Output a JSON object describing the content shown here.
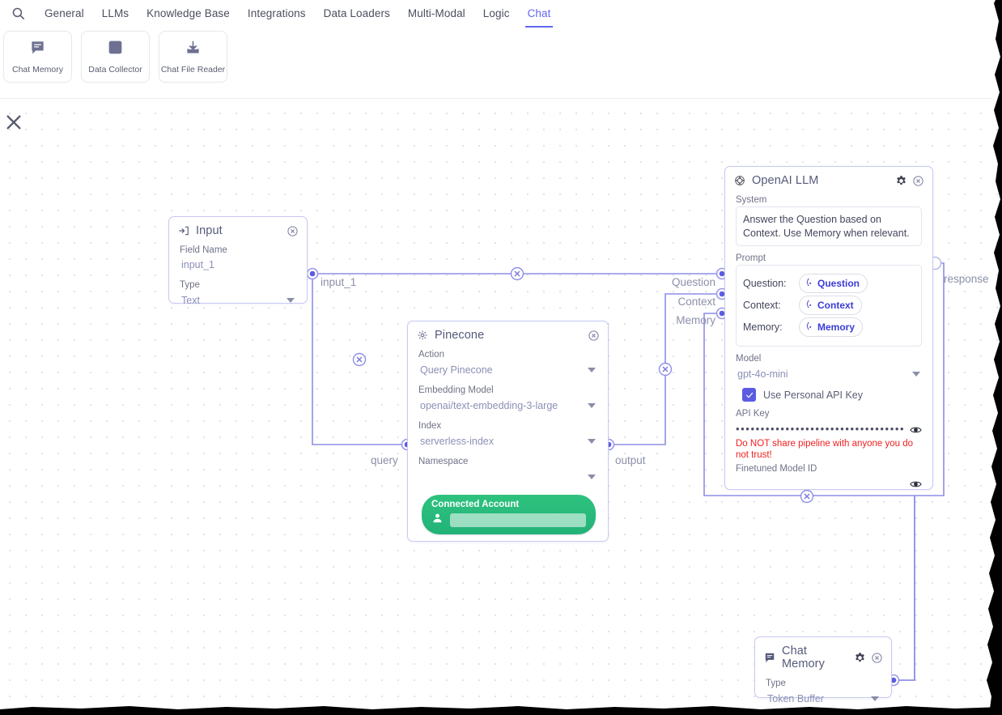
{
  "topbar": {
    "search_icon": "search-icon",
    "tabs": [
      {
        "label": "General",
        "active": false
      },
      {
        "label": "LLMs",
        "active": false
      },
      {
        "label": "Knowledge Base",
        "active": false
      },
      {
        "label": "Integrations",
        "active": false
      },
      {
        "label": "Data Loaders",
        "active": false
      },
      {
        "label": "Multi-Modal",
        "active": false
      },
      {
        "label": "Logic",
        "active": false
      },
      {
        "label": "Chat",
        "active": true
      }
    ],
    "palette": [
      {
        "label": "Chat Memory",
        "icon": "chat-bubble-icon"
      },
      {
        "label": "Data Collector",
        "icon": "table-list-icon"
      },
      {
        "label": "Chat File Reader",
        "icon": "download-icon"
      }
    ]
  },
  "canvas": {
    "close_label": "close-canvas",
    "accent": "#6366f1",
    "edge_color": "#8e8ee8",
    "node_border": "#c7c9f2"
  },
  "nodes": {
    "input": {
      "title": "Input",
      "icon": "input-arrow-icon",
      "fields": [
        {
          "label": "Field Name",
          "value": "input_1",
          "type": "text"
        },
        {
          "label": "Type",
          "value": "Text",
          "type": "select"
        }
      ],
      "output_port_label": "input_1"
    },
    "pinecone": {
      "title": "Pinecone",
      "icon": "pinecone-gear-icon",
      "fields": [
        {
          "label": "Action",
          "value": "Query Pinecone",
          "type": "select"
        },
        {
          "label": "Embedding Model",
          "value": "openai/text-embedding-3-large",
          "type": "select"
        },
        {
          "label": "Index",
          "value": "serverless-index",
          "type": "select"
        },
        {
          "label": "Namespace",
          "value": "",
          "type": "select"
        }
      ],
      "connected_account": {
        "title": "Connected Account",
        "value": "",
        "color": "#22b277"
      },
      "input_port_label": "query",
      "output_port_label": "output"
    },
    "openai": {
      "title": "OpenAI LLM",
      "icon": "openai-logo-icon",
      "system_label": "System",
      "system_value": "Answer the Question based on Context. Use Memory when relevant.",
      "prompt_label": "Prompt",
      "prompt_rows": [
        {
          "key": "Question:",
          "chip": "Question"
        },
        {
          "key": "Context:",
          "chip": "Context"
        },
        {
          "key": "Memory:",
          "chip": "Memory"
        }
      ],
      "model_label": "Model",
      "model_value": "gpt-4o-mini",
      "use_personal_key_label": "Use Personal API Key",
      "use_personal_key_checked": true,
      "api_key_label": "API Key",
      "api_key_value": "••••••••••••••••••••••••••••••••••••••••••",
      "warning": "Do NOT share pipeline with anyone you do not trust!",
      "finetuned_label": "Finetuned Model ID",
      "finetuned_value": "",
      "input_port_labels": [
        "Question",
        "Context",
        "Memory"
      ],
      "output_port_label": "response"
    },
    "chat_memory": {
      "title": "Chat Memory",
      "icon": "chat-bubble-icon",
      "fields": [
        {
          "label": "Type",
          "value": "Token Buffer",
          "type": "select"
        }
      ]
    }
  }
}
